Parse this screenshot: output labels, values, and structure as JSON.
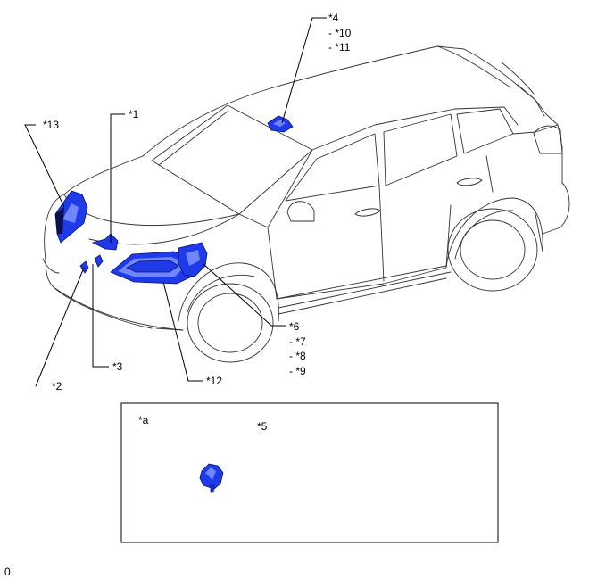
{
  "callouts": {
    "c1": "*1",
    "c2": "*2",
    "c3": "*3",
    "c4": "*4",
    "c4_sub1": "- *10",
    "c4_sub2": "- *11",
    "c5": "*5",
    "c6": "*6",
    "c6_sub1": "- *7",
    "c6_sub2": "- *8",
    "c6_sub3": "- *9",
    "c12": "*12",
    "c13": "*13"
  },
  "inset": {
    "label": "*a"
  },
  "footer_code": "0",
  "colors": {
    "component": "#1f3ae8",
    "outline": "#333333"
  }
}
